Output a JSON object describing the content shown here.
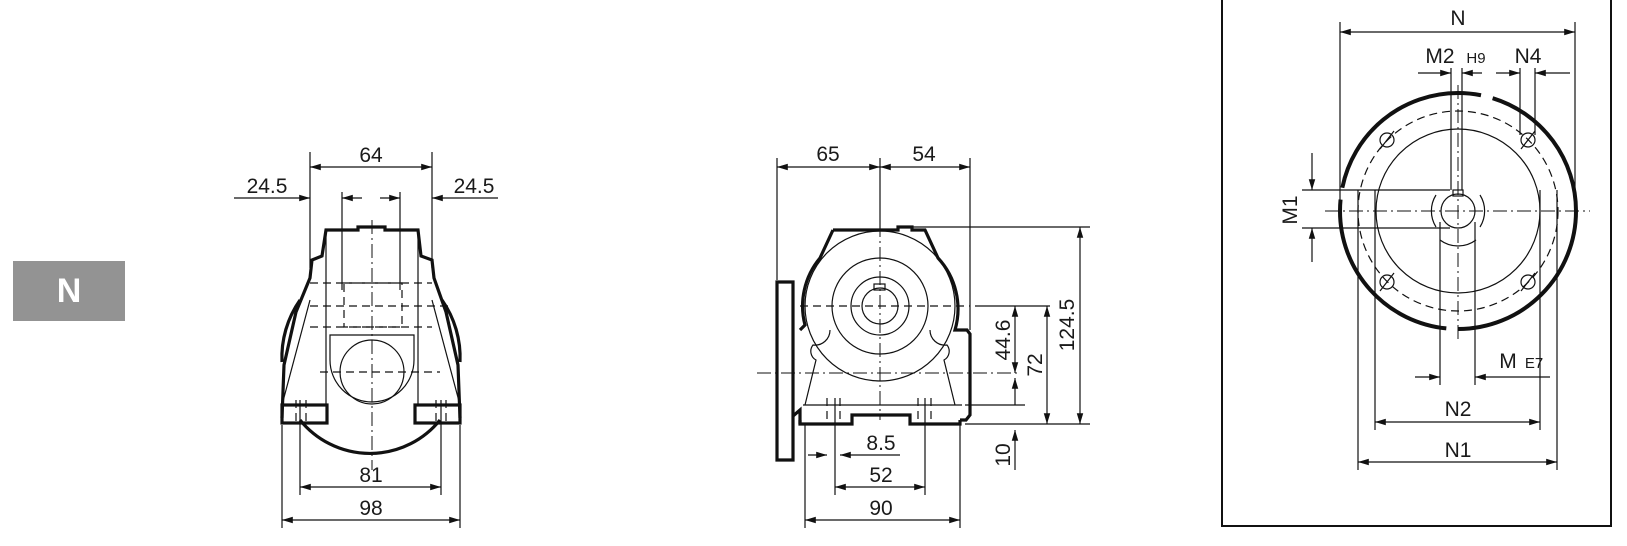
{
  "badge": {
    "label": "N",
    "background": "#939393",
    "text_color": "#ffffff"
  },
  "front_view": {
    "dims": {
      "top_width": "64",
      "left_offset": "24.5",
      "right_offset": "24.5",
      "foot_hole_spacing": "81",
      "overall_width": "98"
    }
  },
  "side_view": {
    "dims": {
      "left_to_axis": "65",
      "axis_to_right": "54",
      "axis_height_offset": "44.6",
      "shaft_height": "72",
      "overall_height": "124.5",
      "foot_thickness": "10",
      "hole_diameter": "8.5",
      "foot_hole_spacing": "52",
      "foot_width": "90"
    }
  },
  "flange_view": {
    "labels": {
      "N": "N",
      "M2": "M2",
      "M2_tol": "H9",
      "N4": "N4",
      "M1": "M1",
      "M": "M",
      "M_tol": "E7",
      "N2": "N2",
      "N1": "N1"
    }
  }
}
